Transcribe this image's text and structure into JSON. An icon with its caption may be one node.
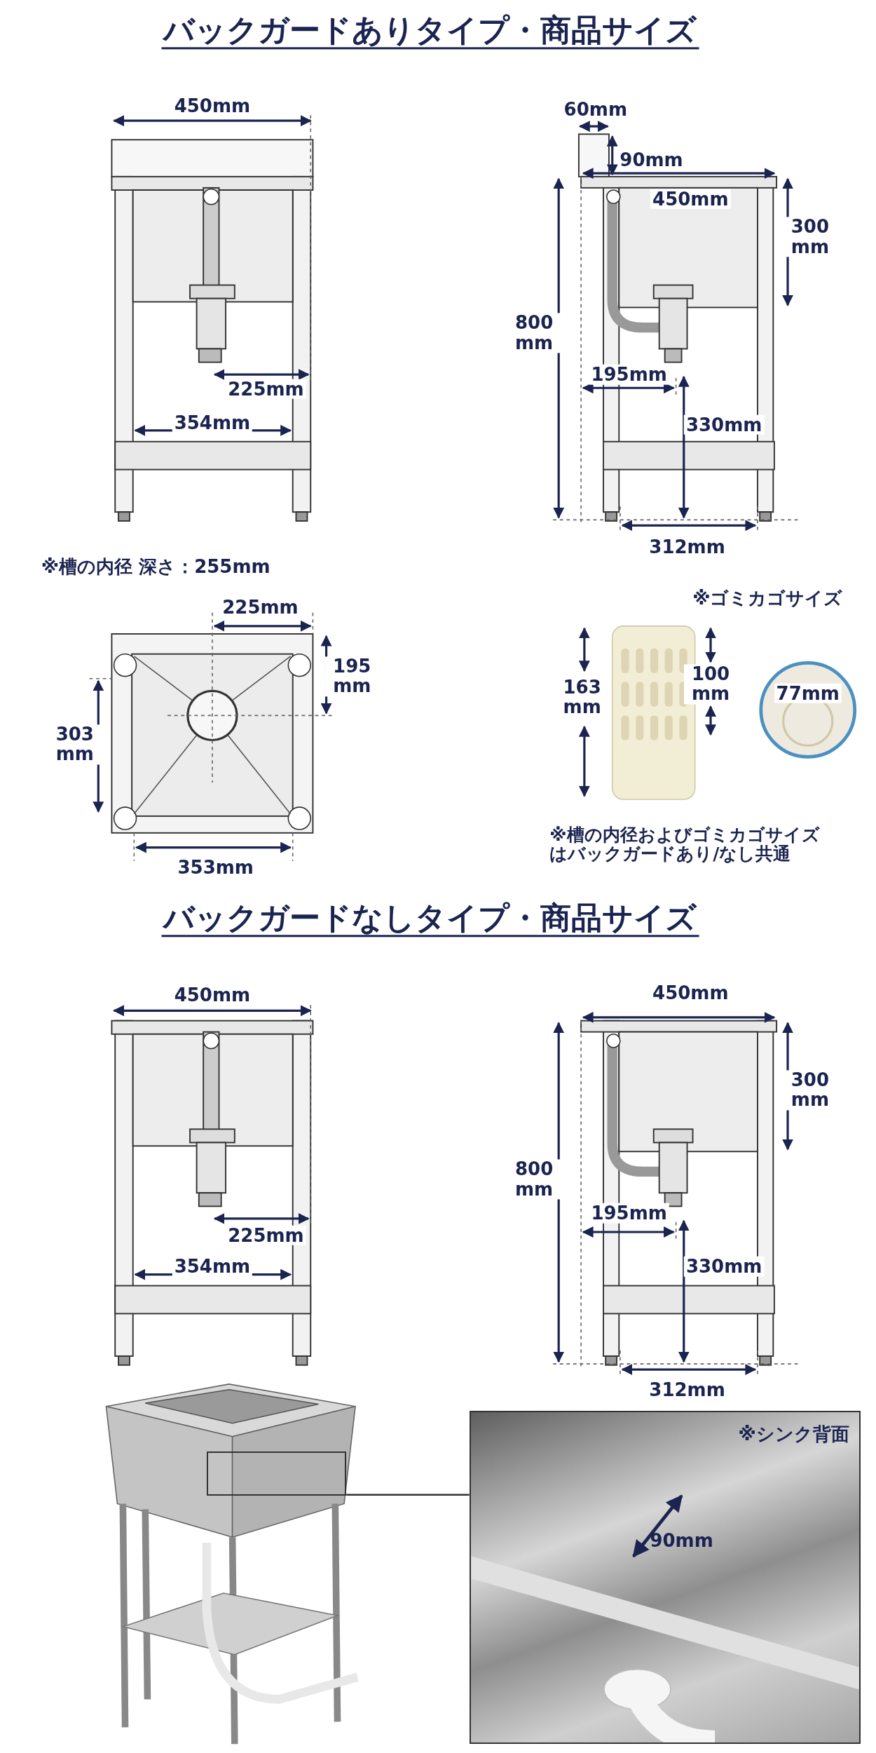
{
  "diagram": {
    "nodes": [
      {
        "text": [],
        "shape": "box"
      },
      {
        "text": [
          "※シンク背面"
        ]
      }
    ],
    "edges": [
      {
        "from": 0,
        "to": 1,
        "arrow": "none"
      }
    ],
    "labels": [
      "バックガードありタイプ・商品サイズ",
      "450mm",
      "60mm",
      "90mm",
      "450mm",
      "300 mm",
      "800 mm",
      "225mm",
      "195mm",
      "354mm",
      "330mm",
      "312mm",
      "※槽の内径 深さ：255mm",
      "※ゴミカゴサイズ",
      "225mm",
      "195 mm",
      "163 mm",
      "100 mm",
      "77mm",
      "303 mm",
      "353mm",
      "※槽の内径およびゴミカゴサイズはバックガードあり/なし共通",
      "バックガードなしタイプ・商品サイズ",
      "450mm",
      "450mm",
      "300 mm",
      "800 mm",
      "195mm",
      "225mm",
      "354mm",
      "330mm",
      "312mm",
      "90mm"
    ]
  }
}
